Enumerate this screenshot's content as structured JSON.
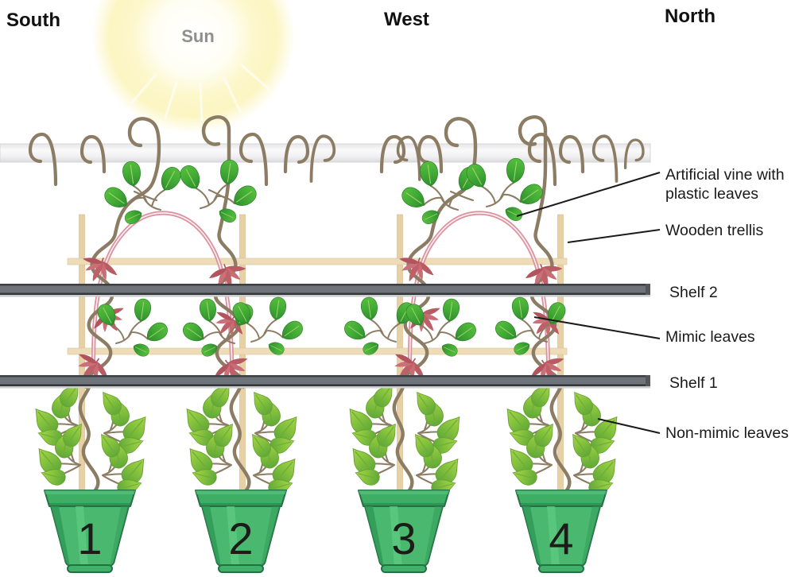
{
  "figure": {
    "type": "experimental-setup-diagram",
    "description": "Four potted vines on trellises with two shelves, artificial vines with plastic leaves, sun position"
  },
  "directions": {
    "south": "South",
    "west": "West",
    "north": "North"
  },
  "sun": {
    "label": "Sun"
  },
  "annotations": {
    "artificial_vine": {
      "line1": "Artificial vine with",
      "line2": "plastic leaves"
    },
    "wooden_trellis": "Wooden trellis",
    "shelf_2": "Shelf 2",
    "mimic_leaves": "Mimic leaves",
    "shelf_1": "Shelf 1",
    "non_mimic_leaves": "Non-mimic leaves"
  },
  "pots": [
    "1",
    "2",
    "3",
    "4"
  ],
  "colors": {
    "vine_brown": "#8c7c64",
    "trellis_wood": "#e8d2a6",
    "shelf_gray": "#6f747a",
    "artificial_vine_pink": "#db919e",
    "plastic_leaf_red": "#c4646c",
    "mimic_leaf_green": "#3da237",
    "non_mimic_leaf_green": "#8cc63f",
    "pot_green": "#4ab86f",
    "sun_glow": "#fbf3b4",
    "label_text": "#1a1a1a"
  }
}
